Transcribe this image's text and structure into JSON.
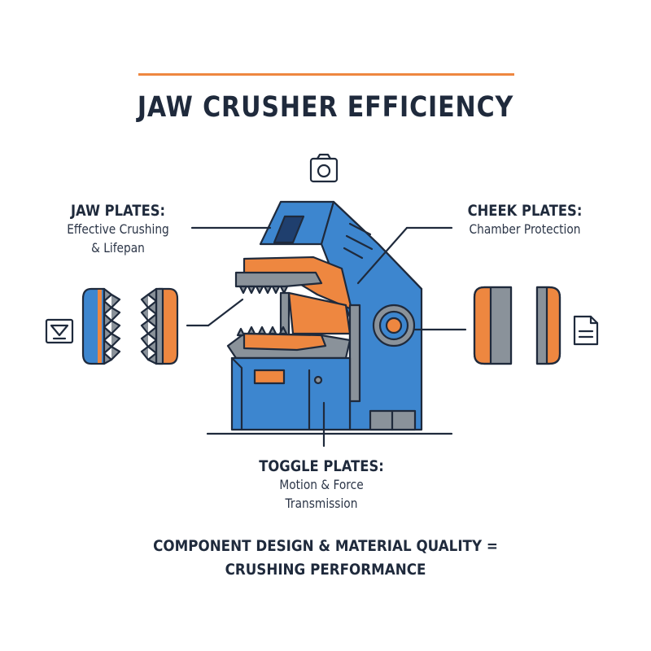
{
  "title": "JAW CRUSHER EFFICIENCY",
  "labels": {
    "jaw": {
      "heading": "JAW PLATES:",
      "line1": "Effective Crushing",
      "line2": "& Lifepan"
    },
    "cheek": {
      "heading": "CHEEK PLATES:",
      "line1": "Chamber Protection"
    },
    "toggle": {
      "heading": "TOGGLE PLATES:",
      "line1": "Motion & Force",
      "line2": "Transmission"
    }
  },
  "footer": {
    "line1": "COMPONENT DESIGN & MATERIAL QUALITY =",
    "line2": "CRUSHING PERFORMANCE"
  },
  "icons": [
    "camera-icon",
    "filter-icon",
    "document-icon"
  ],
  "colors": {
    "blue": "#3d86cf",
    "orange": "#ee8740",
    "navy": "#1f2a3c",
    "grey": "#8a929a"
  }
}
